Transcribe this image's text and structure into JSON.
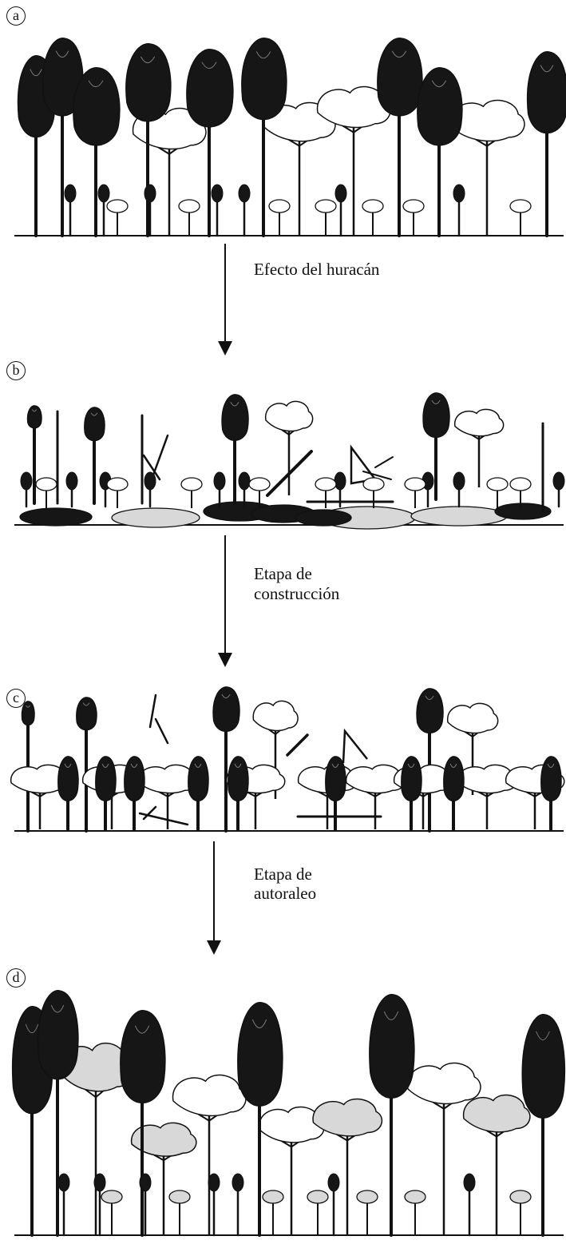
{
  "panels": [
    {
      "letter": "a"
    },
    {
      "letter": "b"
    },
    {
      "letter": "c"
    },
    {
      "letter": "d"
    }
  ],
  "transitions": [
    {
      "label": "Efecto del huracán"
    },
    {
      "label_line1": "Etapa de",
      "label_line2": "construcción"
    },
    {
      "label_line1": "Etapa de",
      "label_line2": "autoraleo"
    }
  ],
  "colors": {
    "ink": "#111111",
    "dark_crown": "#161616",
    "light_crown": "#ffffff",
    "stippled_crown": "#d8d8d8",
    "ground": "#111111"
  }
}
